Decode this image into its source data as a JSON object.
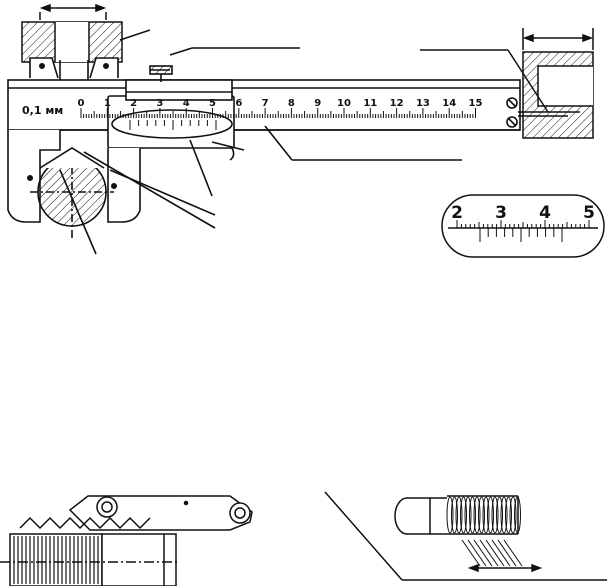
{
  "caliper": {
    "resolution_label": "0,1 мм",
    "main_scale_labels": [
      "0",
      "1",
      "2",
      "3",
      "4",
      "5",
      "6",
      "7",
      "8",
      "9",
      "10",
      "11",
      "12",
      "13",
      "14",
      "15"
    ]
  },
  "vernier_zoom": {
    "labels": [
      "2",
      "3",
      "4",
      "5"
    ]
  },
  "colors": {
    "ink": "#111111",
    "paper": "#ffffff"
  }
}
